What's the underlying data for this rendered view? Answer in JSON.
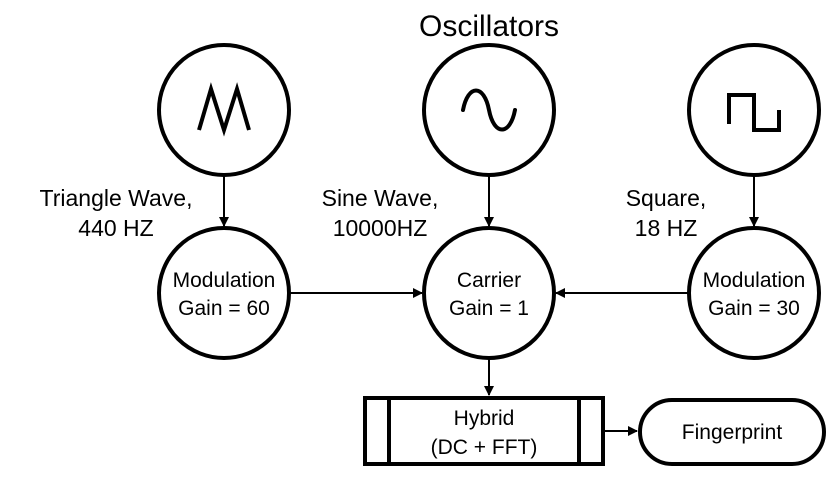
{
  "title": "Oscillators",
  "oscillators": [
    {
      "icon": "triangle-wave-icon",
      "label_line1": "Triangle Wave,",
      "label_line2": "440 HZ"
    },
    {
      "icon": "sine-wave-icon",
      "label_line1": "Sine Wave,",
      "label_line2": "10000HZ"
    },
    {
      "icon": "square-wave-icon",
      "label_line1": "Square,",
      "label_line2": "18 HZ"
    }
  ],
  "nodes": {
    "modulation_left": {
      "line1": "Modulation",
      "line2": "Gain = 60"
    },
    "carrier": {
      "line1": "Carrier",
      "line2": "Gain = 1"
    },
    "modulation_right": {
      "line1": "Modulation",
      "line2": "Gain = 30"
    },
    "hybrid": {
      "line1": "Hybrid",
      "line2": "(DC + FFT)"
    },
    "fingerprint": {
      "label": "Fingerprint"
    }
  },
  "colors": {
    "stroke": "#000000",
    "background": "#ffffff"
  }
}
